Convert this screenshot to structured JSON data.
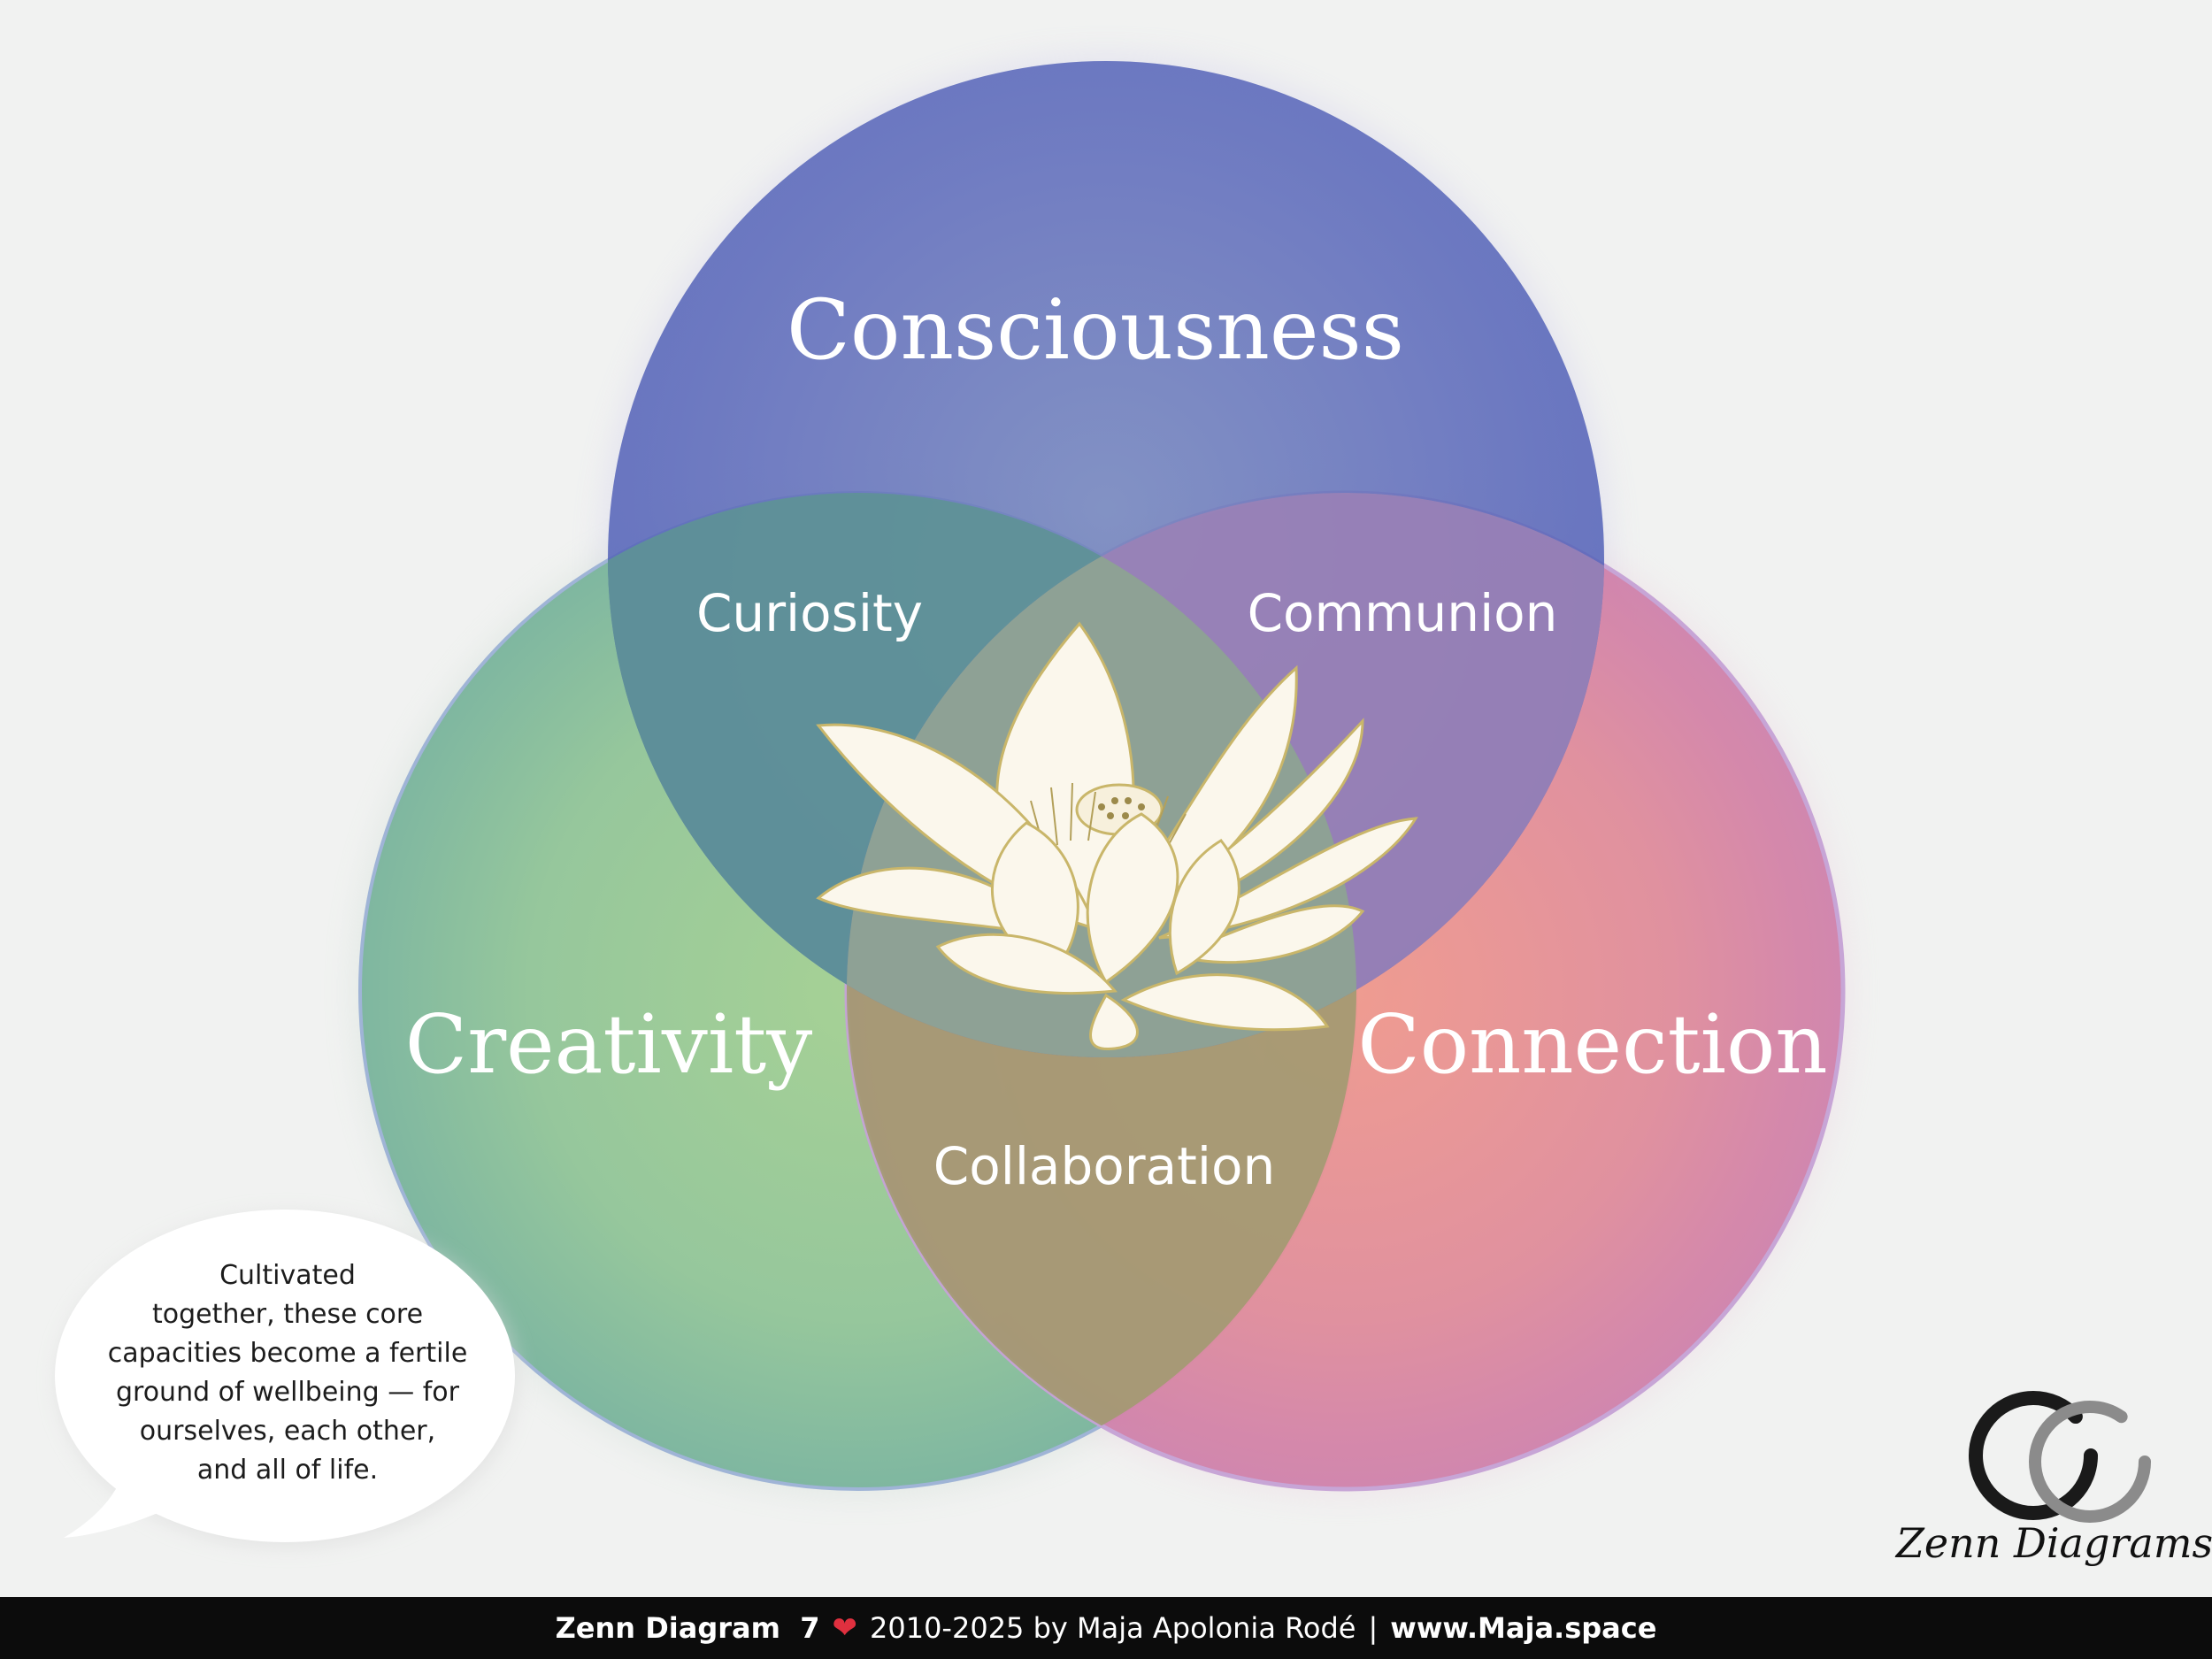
{
  "diagram": {
    "circles": [
      {
        "label": "Consciousness",
        "color_top": "#5361b9",
        "color_mid": "#6f7fbd"
      },
      {
        "label": "Creativity",
        "color_edge": "#7cb6a2",
        "color_mid": "#a3cf96"
      },
      {
        "label": "Connection",
        "color_edge": "#cf7fb0",
        "color_mid": "#ec9590"
      }
    ],
    "intersections": {
      "consciousness_creativity": "Curiosity",
      "consciousness_connection": "Communion",
      "creativity_connection": "Collaboration"
    },
    "center": {
      "icon": "lotus-flower-icon"
    }
  },
  "bubble": {
    "lines": [
      "Cultivated",
      "together, these core",
      "capacities become a fertile",
      "ground of wellbeing — for",
      "ourselves, each other,",
      "and all of life."
    ]
  },
  "logo": {
    "text": "Zenn Diagrams",
    "icon": "zenn-rings-logo-icon"
  },
  "footer": {
    "title": "Zenn Diagram  7",
    "heart_icon": "heart-icon",
    "heart": "❤",
    "credit": "2010-2025 by Maja Apolonia Rodé",
    "separator": "|",
    "website": "www.Maja.space"
  }
}
